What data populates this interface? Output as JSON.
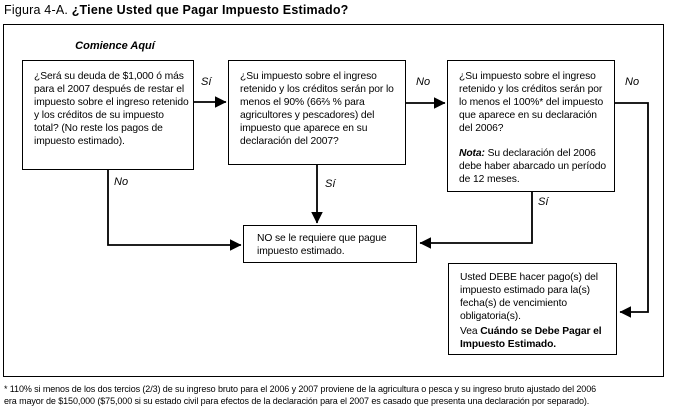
{
  "figure": {
    "label": "Figura 4-A.",
    "title": "¿Tiene Usted que Pagar Impuesto Estimado?"
  },
  "flowchart": {
    "start_label": "Comience Aquí",
    "box1": {
      "text": "¿Será su deuda de $1,000 ó más para el 2007 después de restar el impuesto sobre el ingreso retenido y los créditos de su impuesto total? (No reste los pagos de impuesto estimado)."
    },
    "box2": {
      "text": "¿Su impuesto sobre el ingreso retenido y los créditos serán por lo menos el 90% (66⅔ % para agricultores y pescadores) del impuesto que aparece en su declaración del 2007?"
    },
    "box3": {
      "question": "¿Su impuesto sobre el ingreso retenido y los créditos serán por lo menos el 100%* del impuesto que aparece en su declaración del 2006?",
      "note_label": "Nota:",
      "note_text": " Su declaración del 2006 debe haber abarcado un período de 12 meses."
    },
    "result_no": {
      "text": "NO se le requiere que pague impuesto estimado."
    },
    "result_yes": {
      "text": "Usted DEBE hacer pago(s) del impuesto estimado para la(s) fecha(s) de vencimiento obligatoria(s).",
      "see_prefix": "Vea ",
      "see_reference": "Cuándo se Debe Pagar el Impuesto Estimado."
    },
    "edge_labels": {
      "yes1": "Sí",
      "no1": "No",
      "no2": "No",
      "no3": "No",
      "yes2": "Sí",
      "yes3": "Sí"
    }
  },
  "footnote": {
    "lines": [
      "* 110% si menos de los dos tercios (2/3) de su ingreso bruto para el 2006 y 2007 proviene de la agricultura o pesca y su ingreso bruto ajustado del 2006",
      "era mayor de $150,000 ($75,000 si su estado civil para efectos de la declaración para el 2007 es casado que presenta una declaración por separado)."
    ]
  },
  "colors": {
    "ink": "#000000",
    "background": "#ffffff"
  }
}
